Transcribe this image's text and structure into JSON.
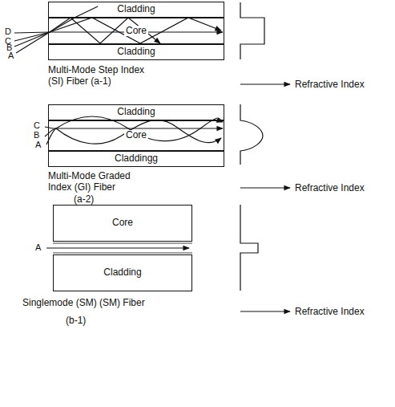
{
  "diagram": {
    "nodes": [
      {
        "text": [
          "Cladding"
        ]
      },
      {
        "text": [
          "Core"
        ]
      },
      {
        "text": [
          "Cladding"
        ]
      },
      {
        "text": [
          "Cladding"
        ]
      },
      {
        "text": [
          "Core"
        ]
      },
      {
        "text": [
          "Claddingg"
        ]
      },
      {
        "text": [
          "Core"
        ]
      },
      {
        "text": [
          "Cladding"
        ]
      }
    ],
    "labels": [
      "D",
      "C",
      "B",
      "A",
      "Multi-Mode Step Index (SI) Fiber (a-1)",
      "Refractive Index",
      "C",
      "B",
      "A",
      "Multi-Mode Graded Index (GI) Fiber",
      "(a-2)",
      "Refractive Index",
      "A",
      "Singlemode (SM) (SM) Fiber",
      "(b-1)",
      "Refractive Index"
    ]
  }
}
